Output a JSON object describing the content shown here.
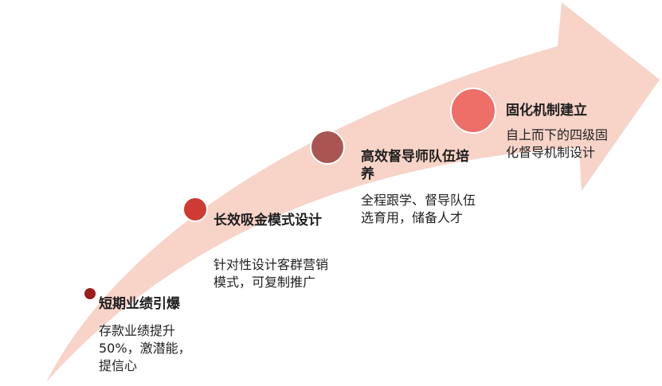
{
  "colors": {
    "arrow": "#f7d3c8",
    "dot1": "#9e1c1c",
    "dot2": "#cf3a32",
    "dot3": "#a95652",
    "dot4": "#ee6e68"
  },
  "steps": [
    {
      "title": "短期业绩引爆",
      "desc": "存款业绩提升50%，激潜能，提信心"
    },
    {
      "title": "长效吸金模式设计",
      "desc": "针对性设计客群营销模式，可复制推广"
    },
    {
      "title": "高效督导师队伍培养",
      "desc": "全程跟学、督导队伍选育用，储备人才"
    },
    {
      "title": "固化机制建立",
      "desc": "自上而下的四级固化督导机制设计"
    }
  ]
}
